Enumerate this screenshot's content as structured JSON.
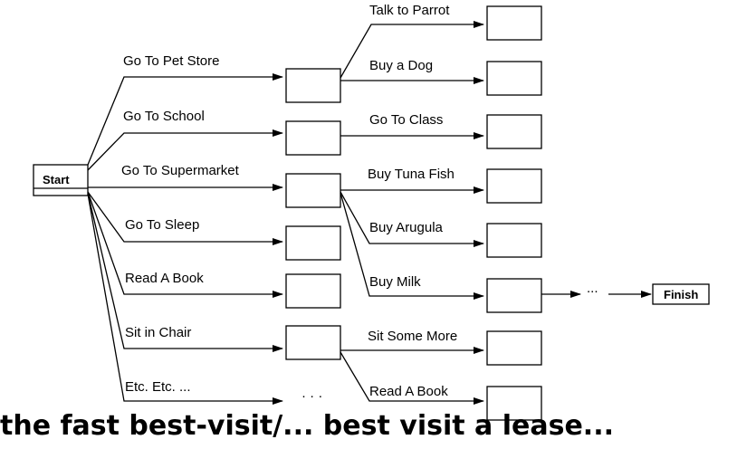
{
  "start_label": "Start",
  "finish_label": "Finish",
  "ellipsis": "...",
  "ellipsis_long": "· · ·",
  "first_level": [
    "Go To Pet Store",
    "Go To School",
    "Go To Supermarket",
    "Go To Sleep",
    "Read A Book",
    "Sit in Chair",
    "Etc. Etc. ..."
  ],
  "second_level": [
    "Talk to Parrot",
    "Buy a Dog",
    "Go To Class",
    "Buy Tuna Fish",
    "Buy Arugula",
    "Buy Milk",
    "Sit Some More",
    "Read A Book"
  ],
  "caption": "the fast best-visit/... best visit a lease..."
}
